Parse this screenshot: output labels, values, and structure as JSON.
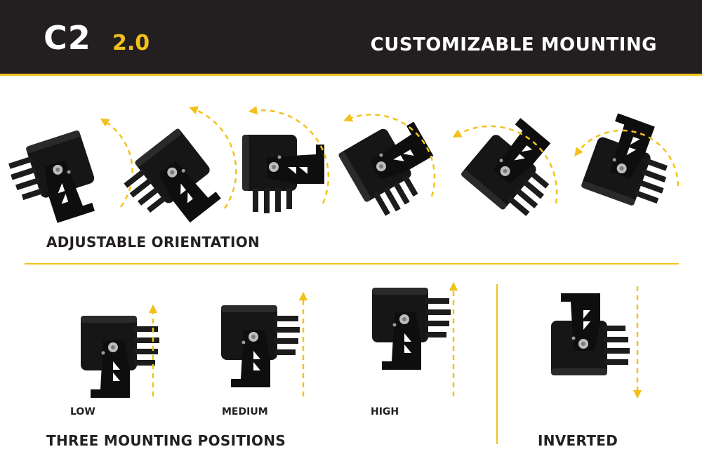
{
  "header": {
    "logo_main": "C2",
    "logo_version": "2.0",
    "title": "CUSTOMIZABLE MOUNTING"
  },
  "sections": {
    "orientation_label": "ADJUSTABLE ORIENTATION",
    "positions_label": "THREE MOUNTING POSITIONS",
    "inverted_label": "INVERTED"
  },
  "positions": [
    "LOW",
    "MEDIUM",
    "HIGH"
  ],
  "colors": {
    "header_bg": "#231f20",
    "accent": "#f2c21b",
    "light_body": "#121212",
    "text": "#231f20"
  }
}
